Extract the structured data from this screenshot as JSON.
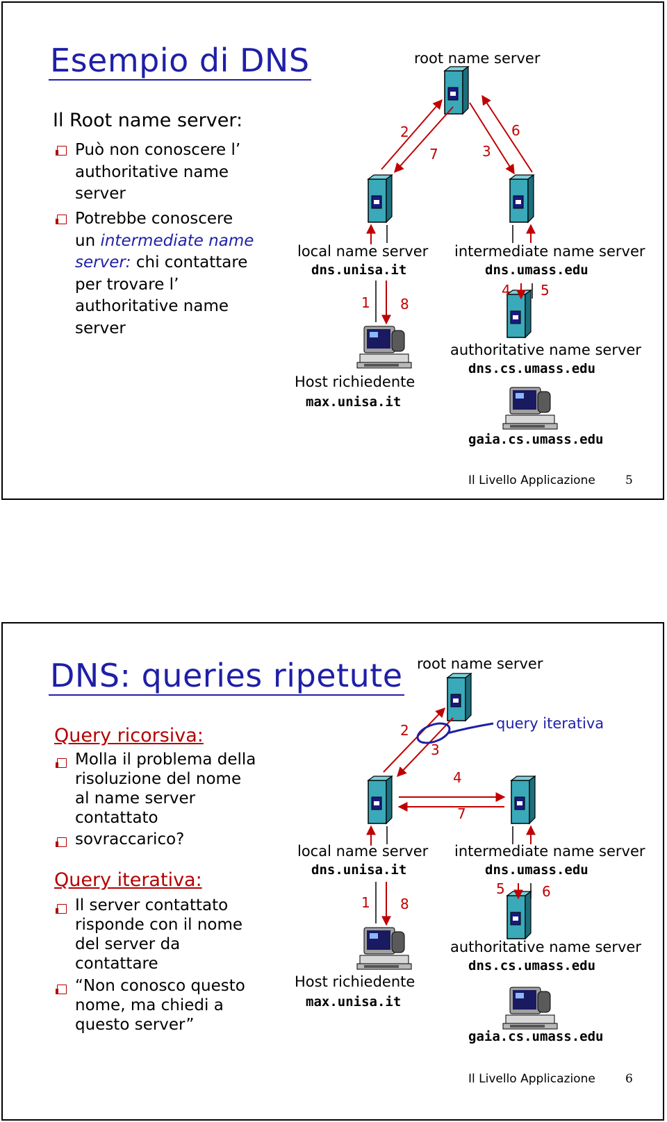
{
  "slide1": {
    "title": "Esempio di DNS",
    "heading": "Il Root name server:",
    "bullets": [
      [
        "Può non conoscere l’",
        "authoritative name",
        "server"
      ],
      [
        "Potrebbe conoscere"
      ]
    ],
    "b2_line2_pre": "un ",
    "b2_line2_ital": "intermediate name",
    "b2_line3_ital": "server:",
    "b2_line3_post": " chi contattare",
    "b2_rest": [
      "per trovare l’",
      "authoritative name",
      "server"
    ],
    "diagram": {
      "root_label": "root name server",
      "local_label": "local name server",
      "local_host": "dns.unisa.it",
      "inter_label": "intermediate name server",
      "inter_host": "dns.umass.edu",
      "auth_label": "authoritative name server",
      "auth_host": "dns.cs.umass.edu",
      "requester_label": "Host richiedente",
      "requester_host": "max.unisa.it",
      "target_host": "gaia.cs.umass.edu",
      "steps": [
        "1",
        "2",
        "3",
        "4",
        "5",
        "6",
        "7",
        "8"
      ]
    },
    "footer": "Il Livello Applicazione",
    "page": "5"
  },
  "slide2": {
    "title": "DNS: queries ripetute",
    "h1": "Query ricorsiva:",
    "b1": [
      "Molla il problema della",
      "risoluzione del nome",
      "al name server",
      "contattato"
    ],
    "b2": [
      "sovraccarico?"
    ],
    "h2": "Query iterativa:",
    "b3": [
      "Il server contattato",
      "risponde con il nome",
      "del server da",
      "contattare"
    ],
    "b4": [
      "“Non conosco questo",
      "nome, ma chiedi a",
      "questo server”"
    ],
    "diagram": {
      "root_label": "root name server",
      "callout": "query iterativa",
      "local_label": "local name server",
      "local_host": "dns.unisa.it",
      "inter_label": "intermediate name server",
      "inter_host": "dns.umass.edu",
      "auth_label": "authoritative name server",
      "auth_host": "dns.cs.umass.edu",
      "requester_label": "Host richiedente",
      "requester_host": "max.unisa.it",
      "target_host": "gaia.cs.umass.edu",
      "steps": [
        "1",
        "2",
        "3",
        "4",
        "5",
        "6",
        "7",
        "8"
      ]
    },
    "footer": "Il Livello Applicazione",
    "page": "6"
  },
  "icons": {
    "server": "server-tower-icon",
    "pc": "desktop-computer-icon",
    "bullet": "square-bullet-icon"
  },
  "colors": {
    "title": "#1f1fa8",
    "arrow": "#c00000",
    "server": "#38a8b8"
  }
}
